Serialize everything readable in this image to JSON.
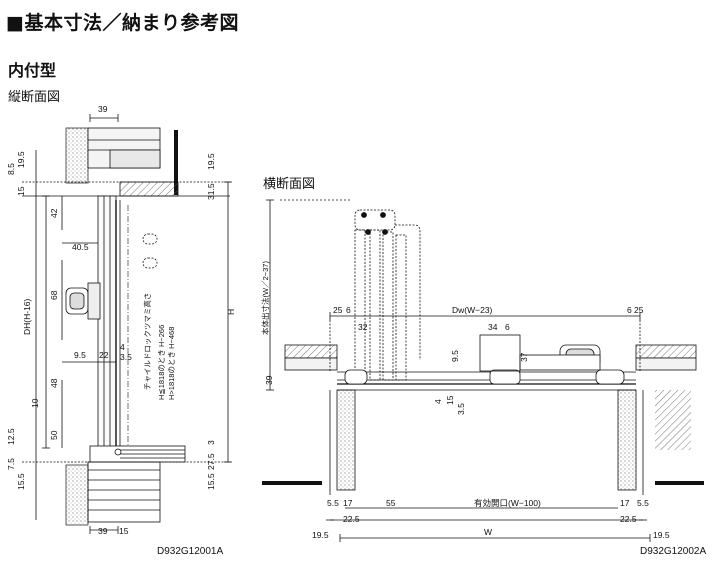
{
  "title": "■基本寸法／納まり参考図",
  "subtitle": "内付型",
  "vertical_section": {
    "label": "縦断面図",
    "code": "D932G12001A",
    "dims": {
      "top_width": "39",
      "bottom_width": "39",
      "bottom_small": "15",
      "left_8_5": "8.5",
      "left_19_5": "19.5",
      "left_15_top": "15",
      "dh": "DH(H-16)",
      "left_12_5": "12.5",
      "left_7_5": "7.5",
      "left_15_5": "15.5",
      "inner_42": "42",
      "inner_40_5": "40.5",
      "inner_68": "68",
      "inner_9_5": "9.5",
      "inner_22": "22",
      "inner_4": "4",
      "inner_3_5": "3.5",
      "inner_48": "48",
      "inner_10": "10",
      "inner_50": "50",
      "right_19_5": "19.5",
      "right_31_5": "31.5",
      "right_h": "H",
      "right_3": "3",
      "right_27_5": "27.5",
      "right_15_5": "15.5"
    },
    "note": {
      "line1": "チャイルドロックツマミ高さ",
      "line2": "H≦1818のとき H−266",
      "line3": "H>1818のとき H−468"
    }
  },
  "horizontal_section": {
    "label": "横断面図",
    "code": "D932G12002A",
    "dims": {
      "dw": "Dw(W−23)",
      "body_offset": "本体出寸法(W／2−37)",
      "d25_left": "25",
      "d6_left": "6",
      "d6_right": "6",
      "d25_right": "25",
      "d32": "32",
      "d34": "34",
      "d6_mid": "6",
      "d9_5": "9.5",
      "d37": "37",
      "d39": "39",
      "d4": "4",
      "d15": "15",
      "d3_5": "3.5",
      "b5_5_left": "5.5",
      "b17_left": "17",
      "b22_5_left": "22.5",
      "b55": "55",
      "opening": "有効開口(W−100)",
      "b17_right": "17",
      "b5_5_right": "5.5",
      "b22_5_right": "22.5",
      "b19_5_left": "19.5",
      "b19_5_right": "19.5",
      "w": "W"
    }
  }
}
